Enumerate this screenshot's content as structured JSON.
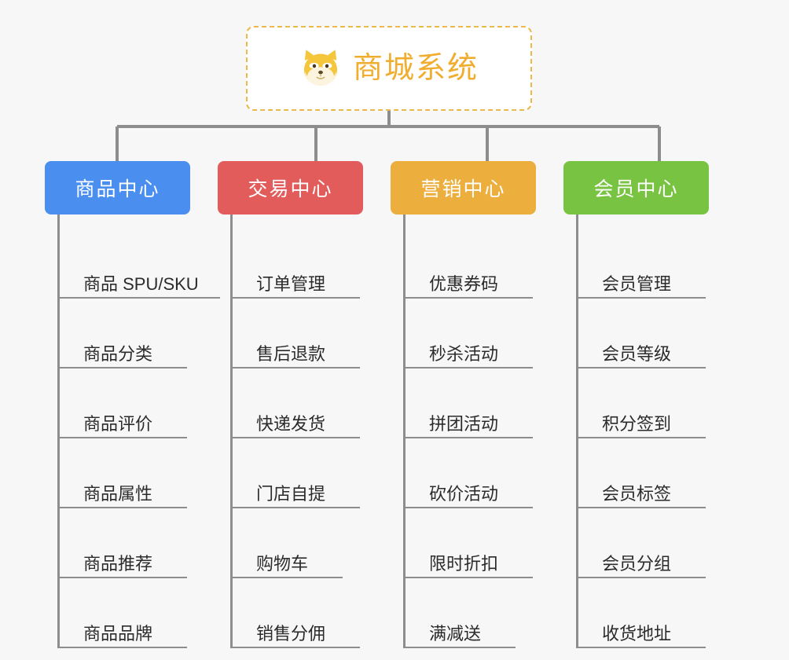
{
  "diagram": {
    "title": "商城系统",
    "background_color": "#f7f7f7",
    "root": {
      "label": "商城系统",
      "icon": "shiba-dog-icon",
      "text_color": "#f0ad2e",
      "border_color": "#ecb84a",
      "fill_color": "#ffffff"
    },
    "connector_color": "#8d8d8d",
    "categories": [
      {
        "label": "商品中心",
        "color": "#4a8ef0",
        "items": [
          "商品 SPU/SKU",
          "商品分类",
          "商品评价",
          "商品属性",
          "商品推荐",
          "商品品牌"
        ]
      },
      {
        "label": "交易中心",
        "color": "#e35c5c",
        "items": [
          "订单管理",
          "售后退款",
          "快递发货",
          "门店自提",
          "购物车",
          "销售分佣"
        ]
      },
      {
        "label": "营销中心",
        "color": "#ecae3c",
        "items": [
          "优惠券码",
          "秒杀活动",
          "拼团活动",
          "砍价活动",
          "限时折扣",
          "满减送"
        ]
      },
      {
        "label": "会员中心",
        "color": "#79c342",
        "items": [
          "会员管理",
          "会员等级",
          "积分签到",
          "会员标签",
          "会员分组",
          "收货地址"
        ]
      }
    ]
  }
}
